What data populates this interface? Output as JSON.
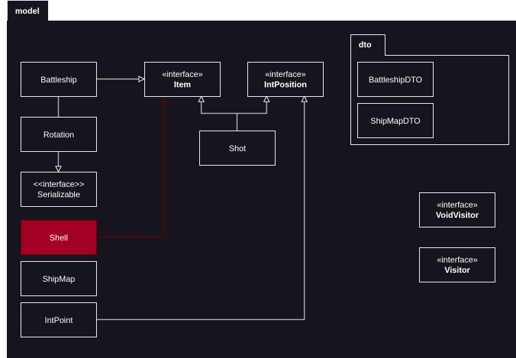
{
  "packages": {
    "model": {
      "label": "model"
    },
    "dto": {
      "label": "dto"
    }
  },
  "classes": {
    "battleship": {
      "name": "Battleship"
    },
    "item": {
      "stereotype": "«interface»",
      "name": "Item"
    },
    "intposition": {
      "stereotype": "«interface»",
      "name": "IntPosition"
    },
    "rotation": {
      "name": "Rotation"
    },
    "shot": {
      "name": "Shot"
    },
    "serializable": {
      "stereotype": "<<interface>>",
      "name": "Serializable"
    },
    "shell": {
      "name": "Shell"
    },
    "shipmap": {
      "name": "ShipMap"
    },
    "intpoint": {
      "name": "IntPoint"
    },
    "battleshipdto": {
      "name": "BattleshipDTO"
    },
    "shipmapdto": {
      "name": "ShipMapDTO"
    },
    "voidvisitor": {
      "stereotype": "«interface»",
      "name": "VoidVisitor"
    },
    "visitor": {
      "stereotype": "«interface»",
      "name": "Visitor"
    }
  },
  "colors": {
    "background": "#18141d",
    "line": "#ffffff",
    "highlight_fill": "#a20025",
    "highlight_line": "#6f0000"
  },
  "relations": [
    {
      "from": "battleship",
      "to": "item",
      "type": "realization"
    },
    {
      "from": "battleship",
      "to": "rotation",
      "type": "association"
    },
    {
      "from": "rotation",
      "to": "serializable",
      "type": "realization"
    },
    {
      "from": "shot",
      "to": "item",
      "type": "realization"
    },
    {
      "from": "shot",
      "to": "intposition",
      "type": "realization"
    },
    {
      "from": "shell",
      "to": "item",
      "type": "realization"
    },
    {
      "from": "intpoint",
      "to": "intposition",
      "type": "realization"
    }
  ]
}
